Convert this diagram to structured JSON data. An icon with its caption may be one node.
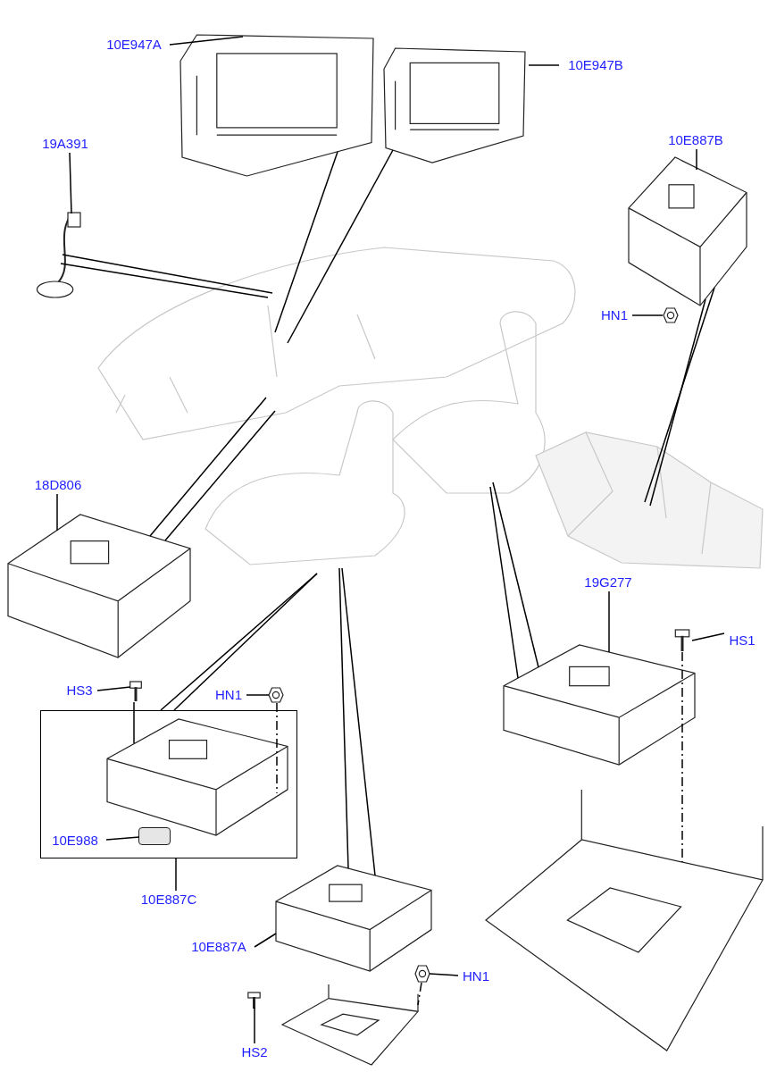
{
  "diagram": {
    "nodes": [
      {
        "text": [
          "10E947A"
        ]
      },
      {
        "text": [],
        "shape": "picture"
      },
      {
        "text": [
          "10E947B"
        ]
      },
      {
        "text": [],
        "shape": "picture"
      },
      {
        "text": [
          "19A391"
        ]
      },
      {
        "text": [],
        "shape": "picture"
      },
      {
        "text": [
          "10E887B"
        ]
      },
      {
        "text": [],
        "shape": "picture"
      },
      {
        "text": [
          "HN1"
        ]
      },
      {
        "text": [],
        "shape": "picture"
      },
      {
        "text": [],
        "shape": "picture"
      },
      {
        "text": [
          "18D806"
        ]
      },
      {
        "text": [],
        "shape": "picture"
      },
      {
        "text": [
          "19G277"
        ]
      },
      {
        "text": [],
        "shape": "picture"
      },
      {
        "text": [
          "HS1"
        ]
      },
      {
        "text": [],
        "shape": "picture"
      },
      {
        "text": [],
        "shape": "box"
      },
      {
        "text": [
          "HS3"
        ]
      },
      {
        "text": [],
        "shape": "picture"
      },
      {
        "text": [
          "HN1"
        ]
      },
      {
        "text": [],
        "shape": "picture"
      },
      {
        "text": [],
        "shape": "picture",
        "in": 17
      },
      {
        "text": [],
        "shape": "box",
        "in": 17
      },
      {
        "text": [
          "10E988"
        ],
        "in": 17
      },
      {
        "text": [
          "10E887C"
        ]
      },
      {
        "text": [],
        "shape": "picture"
      },
      {
        "text": [
          "10E887A"
        ]
      },
      {
        "text": [
          "HN1"
        ]
      },
      {
        "text": [],
        "shape": "picture"
      },
      {
        "text": [
          "HS2"
        ]
      },
      {
        "text": [],
        "shape": "picture"
      },
      {
        "text": [],
        "shape": "picture"
      },
      {
        "text": [],
        "shape": "picture"
      },
      {
        "text": [],
        "shape": "picture"
      }
    ],
    "edges": [
      {
        "from": 0,
        "to": 1,
        "arrow": "none"
      },
      {
        "from": 2,
        "to": 3,
        "arrow": "none"
      },
      {
        "from": 4,
        "to": 5,
        "arrow": "none"
      },
      {
        "from": 6,
        "to": 7,
        "arrow": "none"
      },
      {
        "from": 8,
        "to": 9,
        "arrow": "none"
      },
      {
        "from": 11,
        "to": 12,
        "arrow": "none"
      },
      {
        "from": 13,
        "to": 14,
        "arrow": "none"
      },
      {
        "from": 15,
        "to": 16,
        "arrow": "none"
      },
      {
        "from": 18,
        "to": 19,
        "arrow": "none"
      },
      {
        "from": 20,
        "to": 21,
        "arrow": "none"
      },
      {
        "from": 24,
        "to": 23,
        "arrow": "none"
      },
      {
        "from": 25,
        "to": 17,
        "arrow": "none"
      },
      {
        "from": 27,
        "to": 26,
        "arrow": "none"
      },
      {
        "from": 28,
        "to": 29,
        "arrow": "none"
      },
      {
        "from": 30,
        "to": 31,
        "arrow": "none"
      },
      {
        "from": 21,
        "to": 22,
        "arrow": "none",
        "style": "dashed"
      },
      {
        "from": 16,
        "to": 33,
        "arrow": "none",
        "style": "dashed"
      },
      {
        "from": 29,
        "to": 32,
        "arrow": "none",
        "style": "dashed"
      },
      {
        "from": 1,
        "to": 10,
        "arrow": "none"
      },
      {
        "from": 3,
        "to": 10,
        "arrow": "none"
      },
      {
        "from": 5,
        "to": 10,
        "arrow": "none"
      },
      {
        "from": 5,
        "to": 10,
        "arrow": "none"
      },
      {
        "from": 7,
        "to": 34,
        "arrow": "none"
      },
      {
        "from": 7,
        "to": 34,
        "arrow": "none"
      },
      {
        "from": 12,
        "to": 10,
        "arrow": "none"
      },
      {
        "from": 12,
        "to": 10,
        "arrow": "none"
      },
      {
        "from": 17,
        "to": 10,
        "arrow": "none"
      },
      {
        "from": 17,
        "to": 10,
        "arrow": "none"
      },
      {
        "from": 26,
        "to": 10,
        "arrow": "none"
      },
      {
        "from": 26,
        "to": 10,
        "arrow": "none"
      },
      {
        "from": 14,
        "to": 10,
        "arrow": "none"
      },
      {
        "from": 14,
        "to": 10,
        "arrow": "none"
      },
      {
        "from": 19,
        "to": 22,
        "arrow": "none"
      }
    ]
  }
}
